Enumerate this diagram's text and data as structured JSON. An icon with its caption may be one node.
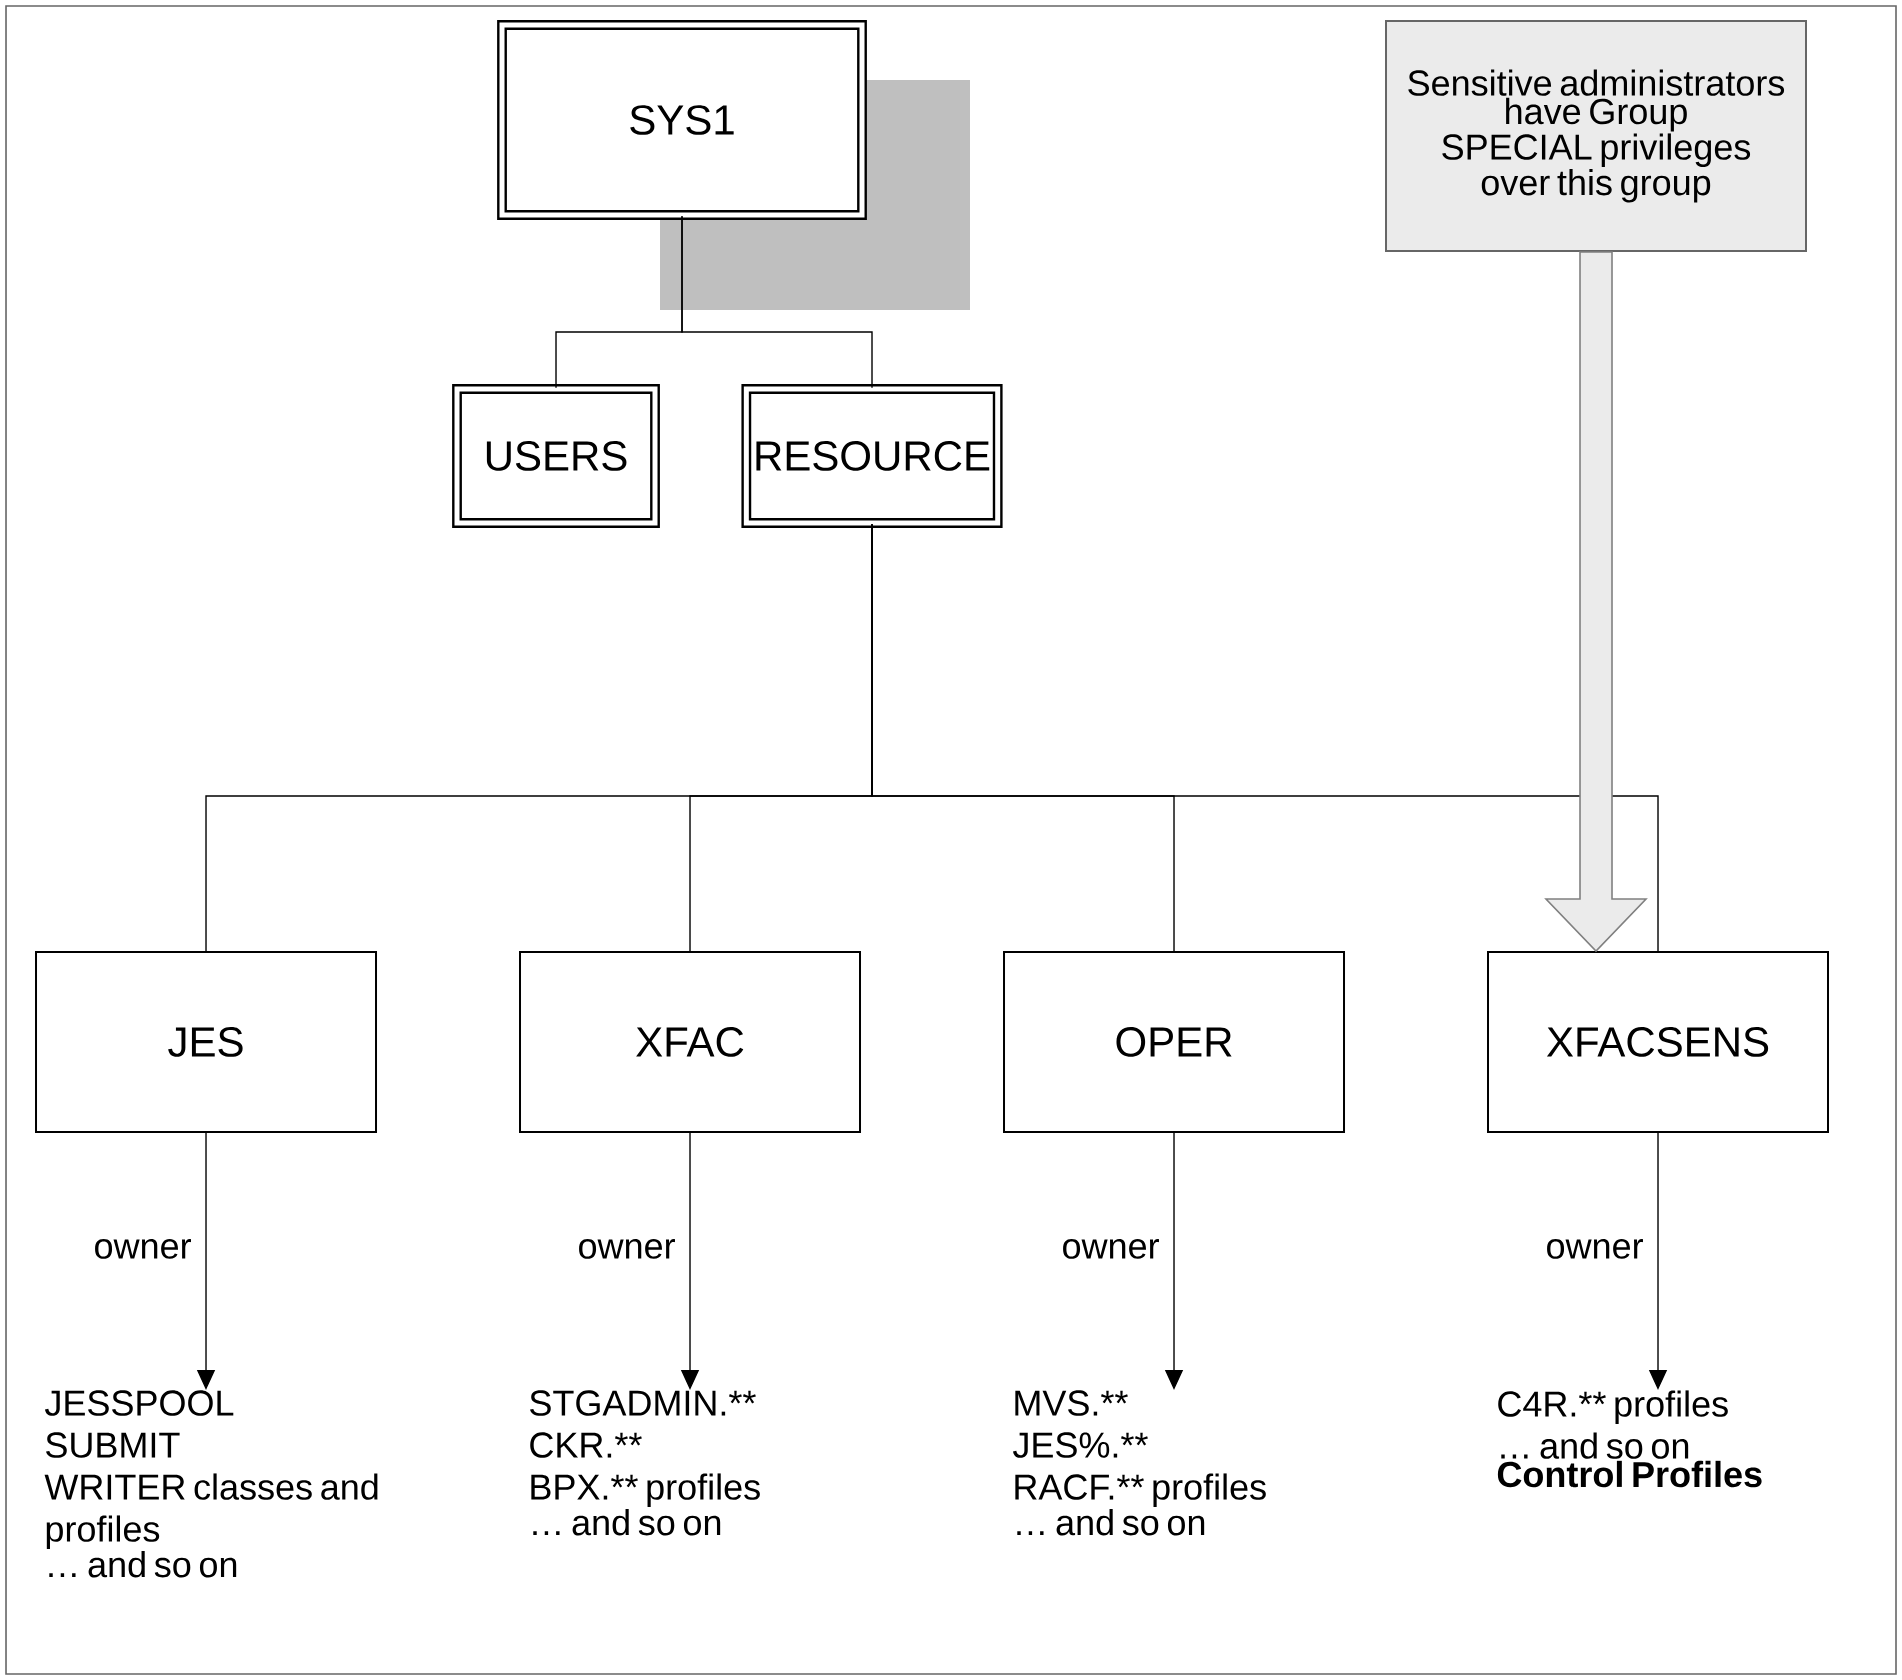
{
  "diagram": {
    "nodes": [
      {
        "text": [
          "SYS1"
        ]
      },
      {
        "text": [
          "USERS"
        ]
      },
      {
        "text": [
          "RESOURCE"
        ]
      },
      {
        "text": [
          "JES"
        ]
      },
      {
        "text": [
          "XFAC"
        ]
      },
      {
        "text": [
          "OPER"
        ]
      },
      {
        "text": [
          "XFACSENS"
        ]
      },
      {
        "text": [
          "Sensitive administrators have Group SPECIAL privileges over this group"
        ]
      },
      {
        "text": [
          "JESSPOOL",
          "SUBMIT",
          "WRITER classes and profiles",
          "… and so on"
        ]
      },
      {
        "text": [
          "STGADMIN.**",
          "CKR.**",
          "BPX.** profiles",
          "… and so on"
        ]
      },
      {
        "text": [
          "MVS.**",
          "JES%.**",
          "RACF.** profiles",
          "… and so on"
        ]
      },
      {
        "text": [
          "C4R.** profiles",
          "… and so on",
          "Control Profiles"
        ]
      }
    ],
    "edges": [
      {
        "from": 0,
        "to": 1,
        "arrow": "none"
      },
      {
        "from": 0,
        "to": 2,
        "arrow": "none"
      },
      {
        "from": 2,
        "to": 3,
        "arrow": "none"
      },
      {
        "from": 2,
        "to": 4,
        "arrow": "none"
      },
      {
        "from": 2,
        "to": 5,
        "arrow": "none"
      },
      {
        "from": 2,
        "to": 6,
        "arrow": "none"
      },
      {
        "from": 7,
        "to": 6,
        "arrow": "to",
        "style": "thick",
        "color": "#ebebeb"
      },
      {
        "from": 3,
        "to": 8,
        "arrow": "to",
        "label": "owner"
      },
      {
        "from": 4,
        "to": 9,
        "arrow": "to",
        "label": "owner"
      },
      {
        "from": 5,
        "to": 10,
        "arrow": "to",
        "label": "owner"
      },
      {
        "from": 6,
        "to": 11,
        "arrow": "to",
        "label": "owner"
      }
    ]
  }
}
